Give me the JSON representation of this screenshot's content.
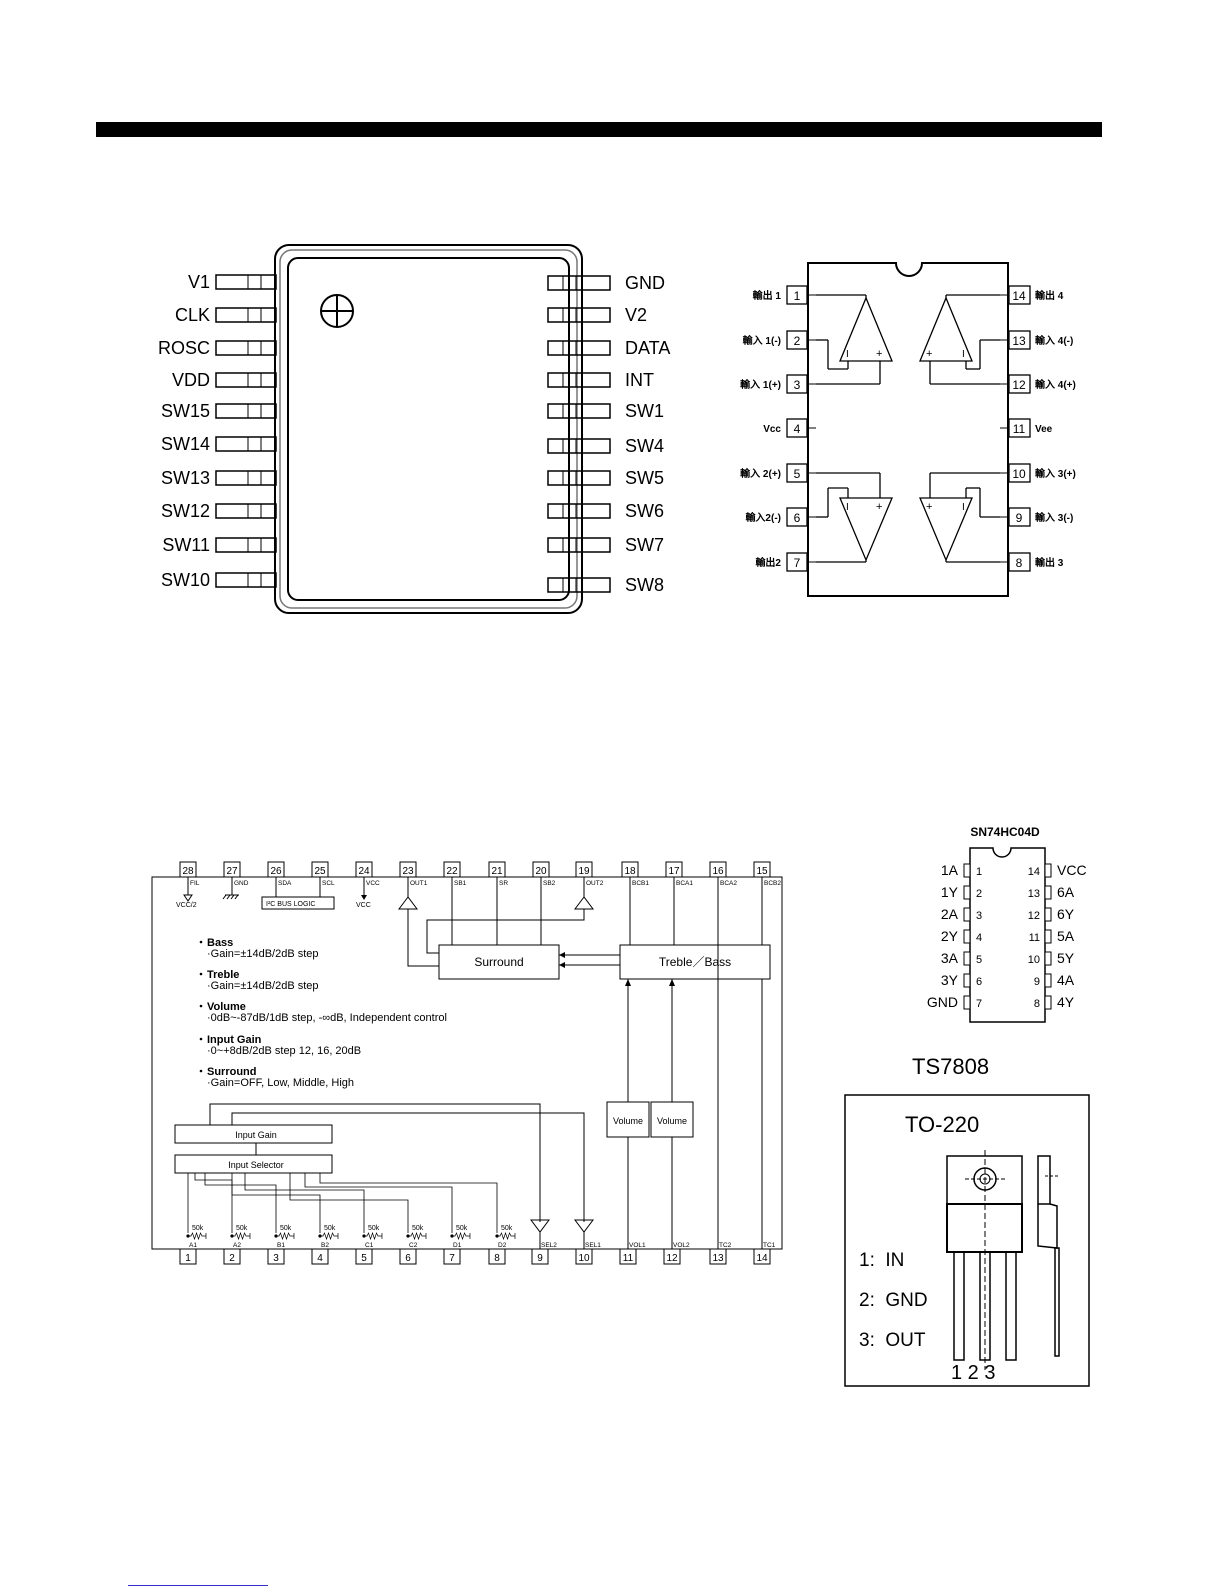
{
  "ic_package": {
    "left_pins": [
      "V1",
      "CLK",
      "ROSC",
      "VDD",
      "SW15",
      "SW14",
      "SW13",
      "SW12",
      "SW11",
      "SW10"
    ],
    "right_pins": [
      "GND",
      "V2",
      "DATA",
      "INT",
      "SW1",
      "SW4",
      "SW5",
      "SW6",
      "SW7",
      "SW8"
    ]
  },
  "opamp": {
    "left_pins": [
      {
        "num": "1",
        "label": "輸出 1"
      },
      {
        "num": "2",
        "label": "輸入 1(-)"
      },
      {
        "num": "3",
        "label": "輸入 1(+)"
      },
      {
        "num": "4",
        "label": "Vcc"
      },
      {
        "num": "5",
        "label": "輸入 2(+)"
      },
      {
        "num": "6",
        "label": "輸入2(-)"
      },
      {
        "num": "7",
        "label": "輸出2"
      }
    ],
    "right_pins": [
      {
        "num": "14",
        "label": "輸出 4"
      },
      {
        "num": "13",
        "label": "輸入 4(-)"
      },
      {
        "num": "12",
        "label": "輸入 4(+)"
      },
      {
        "num": "11",
        "label": "Vee"
      },
      {
        "num": "10",
        "label": "輸入 3(+)"
      },
      {
        "num": "9",
        "label": "輸入 3(-)"
      },
      {
        "num": "8",
        "label": "輸出 3"
      }
    ]
  },
  "audio_block": {
    "top_pins": [
      {
        "num": "28",
        "label": "FIL"
      },
      {
        "num": "27",
        "label": "GND"
      },
      {
        "num": "26",
        "label": "SDA"
      },
      {
        "num": "25",
        "label": "SCL"
      },
      {
        "num": "24",
        "label": "VCC"
      },
      {
        "num": "23",
        "label": "OUT1"
      },
      {
        "num": "22",
        "label": "SB1"
      },
      {
        "num": "21",
        "label": "SR"
      },
      {
        "num": "20",
        "label": "SB2"
      },
      {
        "num": "19",
        "label": "OUT2"
      },
      {
        "num": "18",
        "label": "BCB1"
      },
      {
        "num": "17",
        "label": "BCA1"
      },
      {
        "num": "16",
        "label": "BCA2"
      },
      {
        "num": "15",
        "label": "BCB2"
      }
    ],
    "bottom_pins": [
      {
        "num": "1",
        "label": "A1"
      },
      {
        "num": "2",
        "label": "A2"
      },
      {
        "num": "3",
        "label": "B1"
      },
      {
        "num": "4",
        "label": "B2"
      },
      {
        "num": "5",
        "label": "C1"
      },
      {
        "num": "6",
        "label": "C2"
      },
      {
        "num": "7",
        "label": "D1"
      },
      {
        "num": "8",
        "label": "D2"
      },
      {
        "num": "9",
        "label": "SEL2"
      },
      {
        "num": "10",
        "label": "SEL1"
      },
      {
        "num": "11",
        "label": "VOL1"
      },
      {
        "num": "12",
        "label": "VOL2"
      },
      {
        "num": "13",
        "label": "TC2"
      },
      {
        "num": "14",
        "label": "TC1"
      }
    ],
    "vcc2_label": "VCC/2",
    "vcc_label": "VCC",
    "bus_logic": "I²C BUS LOGIC",
    "surround": "Surround",
    "treble_bass": "Treble／Bass",
    "volume": "Volume",
    "input_gain": "Input Gain",
    "input_selector": "Input Selector",
    "resistor": "50k",
    "features": [
      {
        "title": "Bass",
        "desc": "·Gain=±14dB/2dB step"
      },
      {
        "title": "Treble",
        "desc": "·Gain=±14dB/2dB step"
      },
      {
        "title": "Volume",
        "desc": "·0dB~-87dB/1dB step, -∞dB, Independent control"
      },
      {
        "title": "Input Gain",
        "desc": "·0~+8dB/2dB step 12, 16, 20dB"
      },
      {
        "title": "Surround",
        "desc": "·Gain=OFF, Low, Middle, High"
      }
    ]
  },
  "sn74": {
    "title": "SN74HC04D",
    "left": [
      {
        "label": "1A",
        "num": "1"
      },
      {
        "label": "1Y",
        "num": "2"
      },
      {
        "label": "2A",
        "num": "3"
      },
      {
        "label": "2Y",
        "num": "4"
      },
      {
        "label": "3A",
        "num": "5"
      },
      {
        "label": "3Y",
        "num": "6"
      },
      {
        "label": "GND",
        "num": "7"
      }
    ],
    "right": [
      {
        "num": "14",
        "label": "VCC"
      },
      {
        "num": "13",
        "label": "6A"
      },
      {
        "num": "12",
        "label": "6Y"
      },
      {
        "num": "11",
        "label": "5A"
      },
      {
        "num": "10",
        "label": "5Y"
      },
      {
        "num": "9",
        "label": "4A"
      },
      {
        "num": "8",
        "label": "4Y"
      }
    ]
  },
  "ts7808": {
    "title": "TS7808",
    "package": "TO-220",
    "pins": [
      "1:  IN",
      "2:  GND",
      "3:  OUT"
    ],
    "pin_numbers": "1 2 3"
  }
}
